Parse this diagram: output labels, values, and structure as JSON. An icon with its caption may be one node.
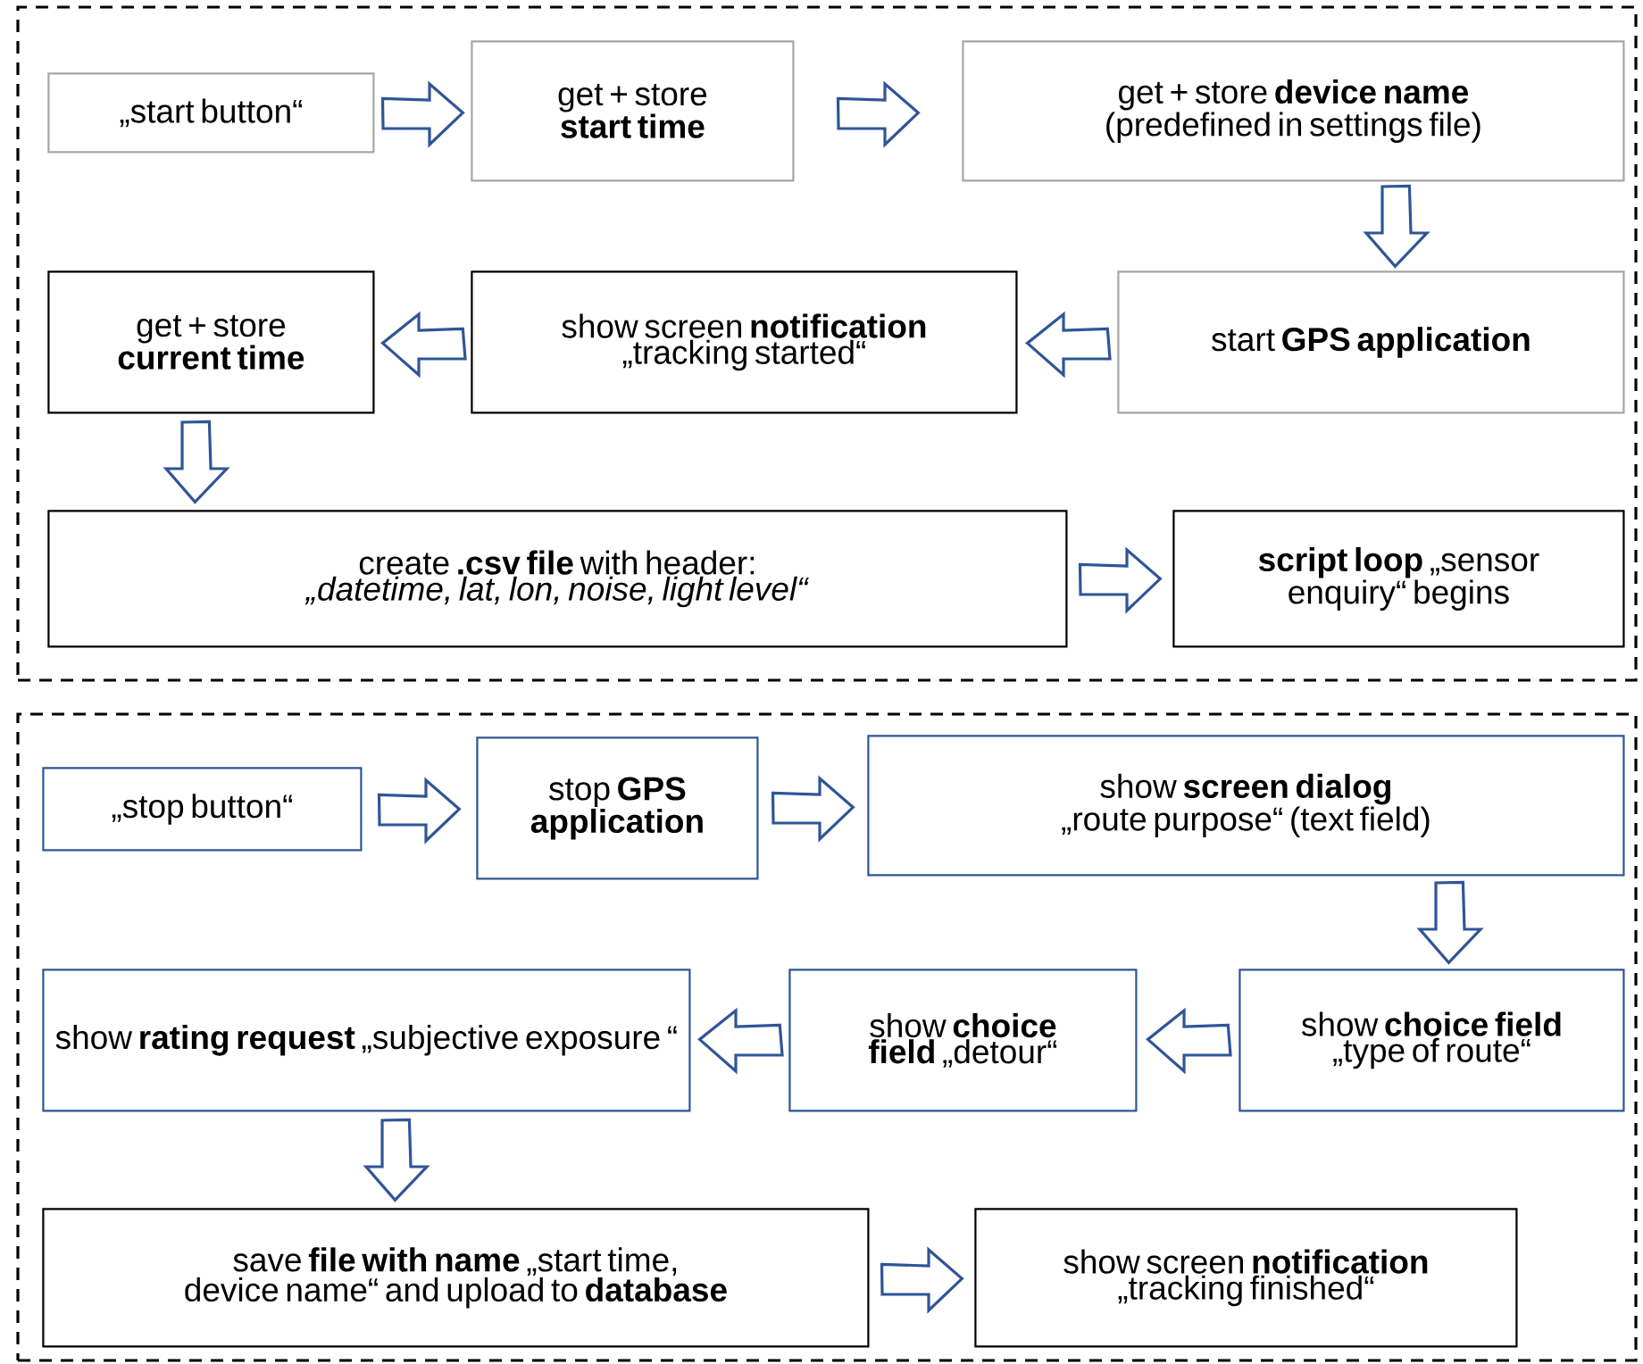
{
  "diagram": {
    "nodes": [
      {
        "text": [],
        "shape": "box"
      },
      {
        "text": [],
        "shape": "box"
      },
      {
        "text": [
          "„start button“"
        ],
        "in": 0
      },
      {
        "text": [
          "get + store **start time**"
        ],
        "in": 0
      },
      {
        "text": [
          "get + store **device name** (predefined in settings file)"
        ],
        "in": 0
      },
      {
        "text": [
          "start **GPS application**"
        ],
        "in": 0
      },
      {
        "text": [
          "show screen **notification** „tracking started“"
        ],
        "in": 0
      },
      {
        "text": [
          "get + store **current time**"
        ],
        "in": 0
      },
      {
        "text": [
          "create **.csv file** with header: *„datetime, lat, lon, noise, light level“*"
        ],
        "in": 0
      },
      {
        "text": [
          "**script loop** „sensor enquiry“ begins"
        ],
        "in": 0
      },
      {
        "text": [
          "„stop button“"
        ],
        "in": 1
      },
      {
        "text": [
          "stop **GPS application**"
        ],
        "in": 1
      },
      {
        "text": [
          "show **screen dialog** „route purpose“ (text field)"
        ],
        "in": 1
      },
      {
        "text": [
          "show **choice field** „type of route“"
        ],
        "in": 1
      },
      {
        "text": [
          "show **choice field** „detour“"
        ],
        "in": 1
      },
      {
        "text": [
          "show **rating request** „subjective exposure “"
        ],
        "in": 1
      },
      {
        "text": [
          "save **file with name** „start time, device name“ and upload to **database**"
        ],
        "in": 1
      },
      {
        "text": [
          "show screen **notification** „tracking finished“"
        ],
        "in": 1
      }
    ],
    "edges": [
      {
        "from": 2,
        "to": 3,
        "arrow": "to"
      },
      {
        "from": 3,
        "to": 4,
        "arrow": "to"
      },
      {
        "from": 4,
        "to": 5,
        "arrow": "to"
      },
      {
        "from": 5,
        "to": 6,
        "arrow": "to"
      },
      {
        "from": 6,
        "to": 7,
        "arrow": "to"
      },
      {
        "from": 7,
        "to": 8,
        "arrow": "to"
      },
      {
        "from": 8,
        "to": 9,
        "arrow": "to"
      },
      {
        "from": 10,
        "to": 11,
        "arrow": "to"
      },
      {
        "from": 11,
        "to": 12,
        "arrow": "to"
      },
      {
        "from": 12,
        "to": 13,
        "arrow": "to"
      },
      {
        "from": 13,
        "to": 14,
        "arrow": "to"
      },
      {
        "from": 14,
        "to": 15,
        "arrow": "to"
      },
      {
        "from": 15,
        "to": 16,
        "arrow": "to"
      },
      {
        "from": 16,
        "to": 17,
        "arrow": "to"
      }
    ]
  }
}
